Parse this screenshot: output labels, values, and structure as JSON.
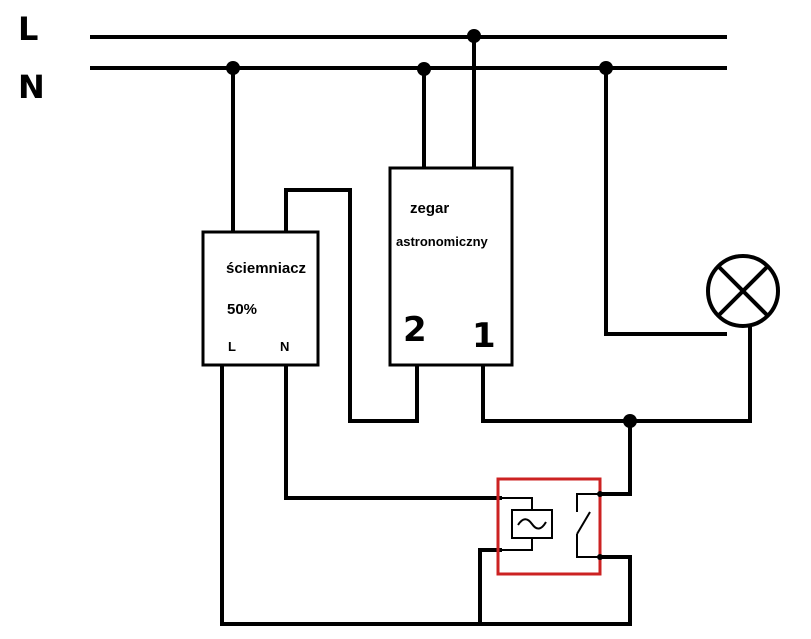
{
  "rails": {
    "phase_label": "L",
    "neutral_label": "N"
  },
  "dimmer": {
    "name": "ściemniacz",
    "level": "50%",
    "terminal_l": "L",
    "terminal_n": "N"
  },
  "astro_clock": {
    "line1": "zegar",
    "line2": "astronomiczny",
    "terminal_2": "2",
    "terminal_1": "1"
  },
  "colors": {
    "wire": "#000000",
    "relay_outline": "#cc2222",
    "background": "#ffffff"
  }
}
